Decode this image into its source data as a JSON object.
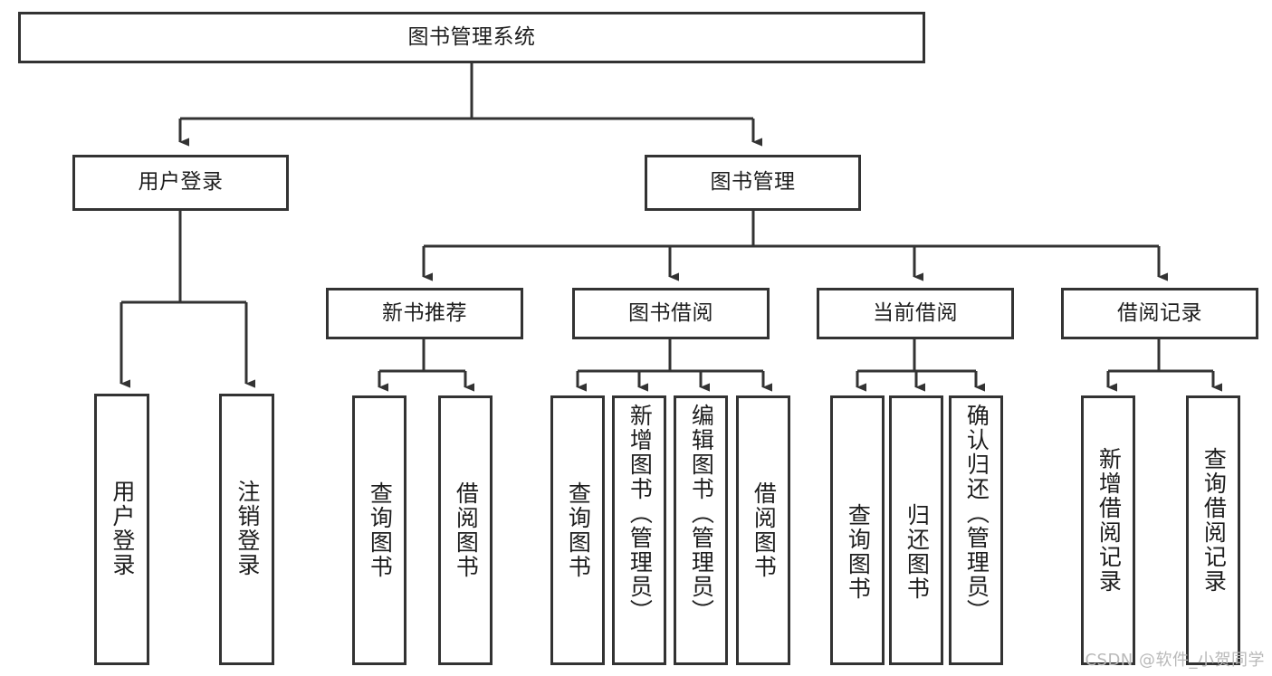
{
  "diagram": {
    "type": "tree-hierarchy-diagram",
    "title": "图书管理系统",
    "background_color": "#ffffff",
    "line_color": "#333333",
    "text_color": "#1d1d1d",
    "root": {
      "label": "图书管理系统"
    },
    "level2": [
      {
        "label": "用户登录"
      },
      {
        "label": "图书管理"
      }
    ],
    "level3": [
      {
        "label": "新书推荐"
      },
      {
        "label": "图书借阅"
      },
      {
        "label": "当前借阅"
      },
      {
        "label": "借阅记录"
      }
    ],
    "leaves": {
      "user_login": [
        {
          "label": "用户登录"
        },
        {
          "label": "注销登录"
        }
      ],
      "new_book_recommend": [
        {
          "label": "查询图书"
        },
        {
          "label": "借阅图书"
        }
      ],
      "book_borrow": [
        {
          "label": "查询图书"
        },
        {
          "label": "新增图书（管理员）"
        },
        {
          "label": "编辑图书（管理员）"
        },
        {
          "label": "借阅图书"
        }
      ],
      "current_borrow": [
        {
          "label": "查询图书"
        },
        {
          "label": "归还图书"
        },
        {
          "label": "确认归还（管理员）"
        }
      ],
      "borrow_record": [
        {
          "label": "新增借阅记录"
        },
        {
          "label": "查询借阅记录"
        }
      ]
    }
  },
  "watermark": {
    "text": "CSDN @软件_小贺同学"
  }
}
